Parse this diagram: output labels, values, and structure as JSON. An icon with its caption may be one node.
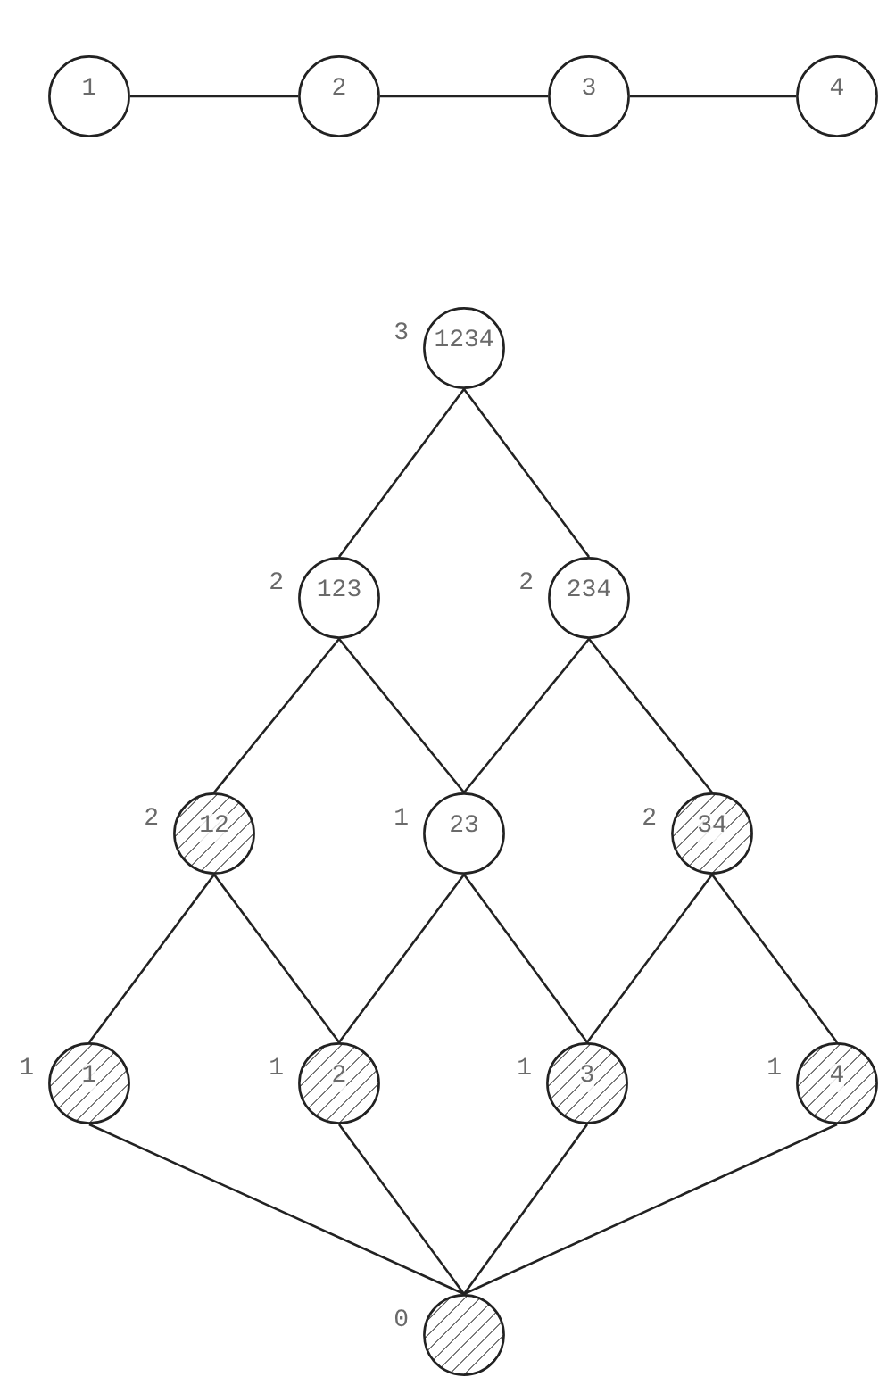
{
  "diagram": {
    "nodes": [
      {
        "text": [
          "1"
        ]
      },
      {
        "text": [
          "2"
        ]
      },
      {
        "text": [
          "3"
        ]
      },
      {
        "text": [
          "4"
        ]
      },
      {
        "text": [
          "1234"
        ],
        "beside": [
          "3"
        ]
      },
      {
        "text": [
          "123"
        ],
        "beside": [
          "2"
        ]
      },
      {
        "text": [
          "234"
        ],
        "beside": [
          "2"
        ]
      },
      {
        "text": [
          "12"
        ],
        "beside": [
          "2"
        ]
      },
      {
        "text": [
          "23"
        ],
        "beside": [
          "1"
        ]
      },
      {
        "text": [
          "34"
        ],
        "beside": [
          "2"
        ]
      },
      {
        "text": [
          "1"
        ],
        "beside": [
          "1"
        ]
      },
      {
        "text": [
          "2"
        ],
        "beside": [
          "1"
        ]
      },
      {
        "text": [
          "3"
        ],
        "beside": [
          "1"
        ]
      },
      {
        "text": [
          "4"
        ],
        "beside": [
          "1"
        ]
      },
      {
        "text": [],
        "shape": "circle",
        "beside": [
          "0"
        ]
      }
    ],
    "edges": [
      {
        "from": 0,
        "to": 1,
        "arrow": "none"
      },
      {
        "from": 1,
        "to": 2,
        "arrow": "none"
      },
      {
        "from": 2,
        "to": 3,
        "arrow": "none"
      },
      {
        "from": 4,
        "to": 5,
        "arrow": "none"
      },
      {
        "from": 4,
        "to": 6,
        "arrow": "none"
      },
      {
        "from": 5,
        "to": 7,
        "arrow": "none"
      },
      {
        "from": 5,
        "to": 8,
        "arrow": "none"
      },
      {
        "from": 6,
        "to": 8,
        "arrow": "none"
      },
      {
        "from": 6,
        "to": 9,
        "arrow": "none"
      },
      {
        "from": 7,
        "to": 10,
        "arrow": "none"
      },
      {
        "from": 7,
        "to": 11,
        "arrow": "none"
      },
      {
        "from": 8,
        "to": 11,
        "arrow": "none"
      },
      {
        "from": 8,
        "to": 12,
        "arrow": "none"
      },
      {
        "from": 9,
        "to": 12,
        "arrow": "none"
      },
      {
        "from": 9,
        "to": 13,
        "arrow": "none"
      },
      {
        "from": 10,
        "to": 14,
        "arrow": "none"
      },
      {
        "from": 11,
        "to": 14,
        "arrow": "none"
      },
      {
        "from": 12,
        "to": 14,
        "arrow": "none"
      },
      {
        "from": 13,
        "to": 14,
        "arrow": "none"
      }
    ]
  }
}
